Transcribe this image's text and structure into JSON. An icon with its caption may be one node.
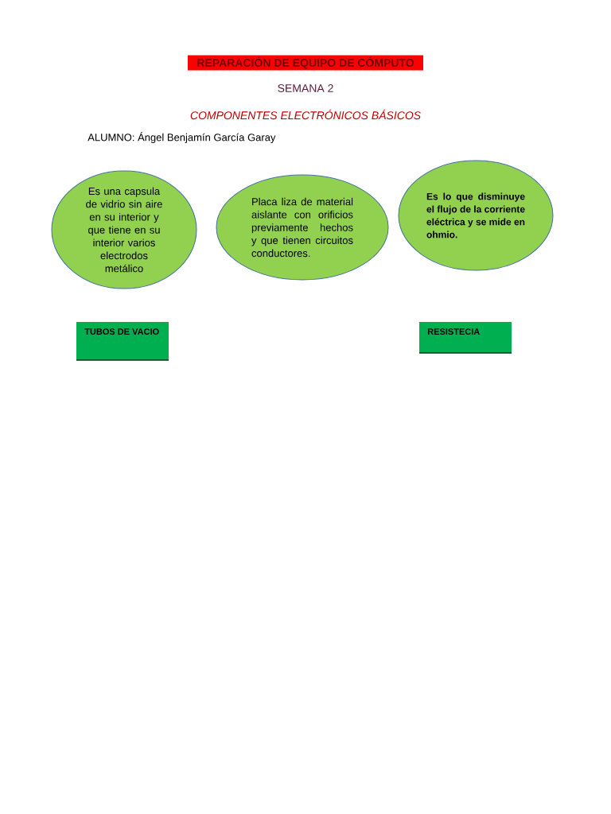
{
  "diagram": {
    "title": "REPARACIÓN DE EQUIPO DE CÓMPUTO",
    "nodes": [
      {
        "text": [
          "Es una capsula de vidrio sin aire en su interior y que tiene en su interior varios electrodos metálico"
        ]
      },
      {
        "text": [
          "Placa liza de material aislante con orificios previamente hechos y que tienen circuitos conductores."
        ]
      },
      {
        "text": [
          "Es lo que disminuye el flujo de la corriente eléctrica y se mide en ohmio."
        ]
      },
      {
        "text": [
          "TUBOS DE VACIO"
        ]
      },
      {
        "text": [
          "RESISTECIA"
        ]
      }
    ],
    "labels": [
      "SEMANA 2",
      "COMPONENTES ELECTRÓNICOS BÁSICOS",
      "ALUMNO: Ángel Benjamín García Garay"
    ]
  }
}
